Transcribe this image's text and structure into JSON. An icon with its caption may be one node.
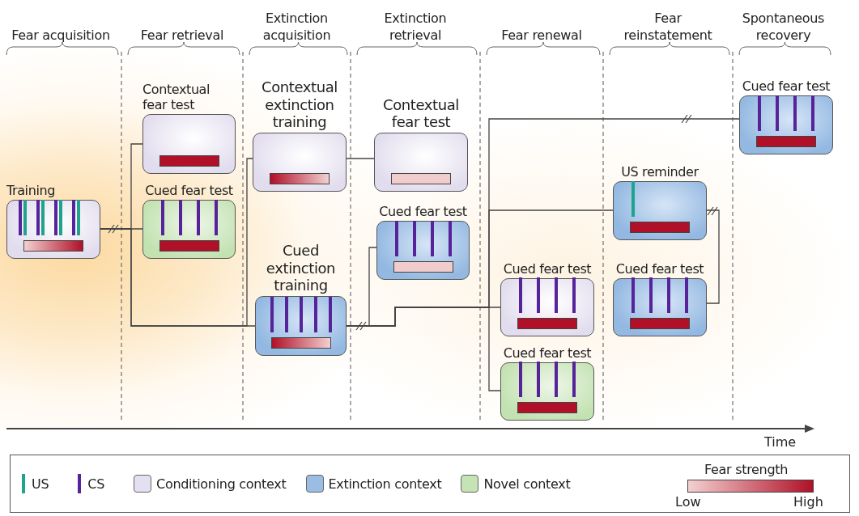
{
  "diagram": {
    "nodes": [
      {
        "text": [
          "Training"
        ]
      },
      {
        "text": [
          "Contextual fear test"
        ]
      },
      {
        "text": [
          "Cued fear test"
        ]
      },
      {
        "text": [
          "Contextual extinction training"
        ]
      },
      {
        "text": [
          "Cued extinction training"
        ]
      },
      {
        "text": [
          "Contextual fear test"
        ]
      },
      {
        "text": [
          "Cued fear test"
        ]
      },
      {
        "text": [
          "Cued fear test"
        ]
      },
      {
        "text": [
          "Cued fear test"
        ]
      },
      {
        "text": [
          "US reminder"
        ]
      },
      {
        "text": [
          "Cued fear test"
        ]
      },
      {
        "text": [
          "Cued fear test"
        ]
      }
    ],
    "edges": [
      {
        "from": 0,
        "to": 1,
        "arrow": "none"
      },
      {
        "from": 0,
        "to": 2,
        "arrow": "none"
      },
      {
        "from": 0,
        "to": 3,
        "arrow": "none"
      },
      {
        "from": 0,
        "to": 4,
        "arrow": "none"
      },
      {
        "from": 3,
        "to": 5,
        "arrow": "none"
      },
      {
        "from": 4,
        "to": 6,
        "arrow": "none"
      },
      {
        "from": 4,
        "to": 7,
        "arrow": "none"
      },
      {
        "from": 4,
        "to": 11,
        "arrow": "none"
      },
      {
        "from": 4,
        "to": 9,
        "arrow": "none"
      },
      {
        "from": 4,
        "to": 8,
        "arrow": "none"
      },
      {
        "from": 9,
        "to": 10,
        "arrow": "none"
      }
    ],
    "labels": [
      "Fear acquisition",
      "Fear retrieval",
      "Extinction acquisition",
      "Extinction retrieval",
      "Fear renewal",
      "Fear reinstatement",
      "Spontaneous recovery",
      "Time",
      "Fear strength",
      "Low",
      "High"
    ],
    "legend": [
      {
        "text": "US"
      },
      {
        "text": "CS"
      },
      {
        "text": "Conditioning context",
        "color": "#e4e0f0"
      },
      {
        "text": "Extinction context",
        "color": "#9bbde3"
      },
      {
        "text": "Novel context",
        "color": "#c5e3b5"
      }
    ]
  }
}
